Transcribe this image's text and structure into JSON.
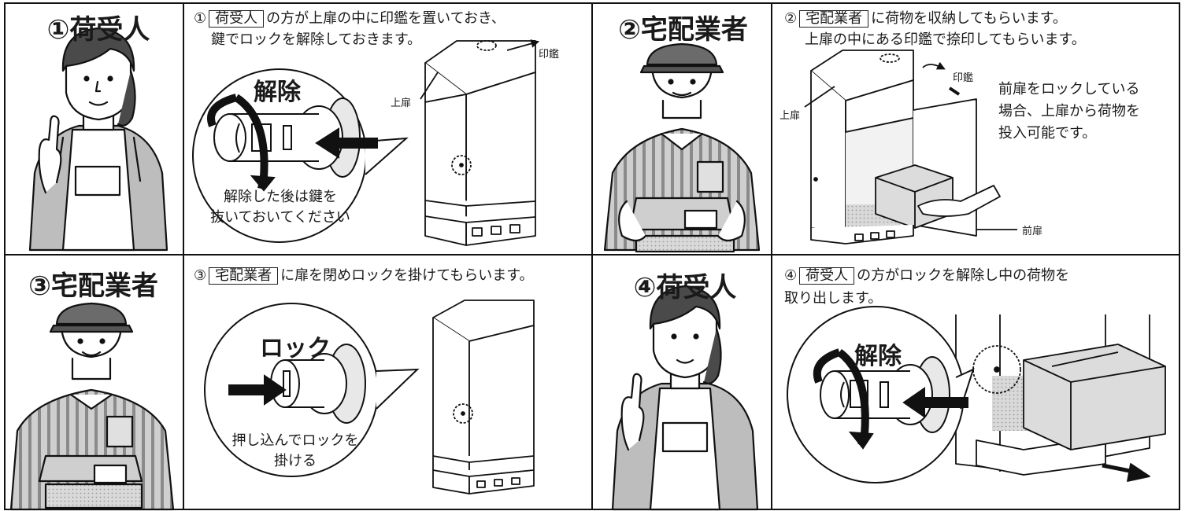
{
  "panels": {
    "p1": {
      "title": "①荷受人",
      "step": "①",
      "role": "荷受人",
      "line1_rest": "の方が上扉の中に印鑑を置いておき、",
      "line2": "鍵でロックを解除しておきます。",
      "circle_title": "解除",
      "circle_note_1": "解除した後は鍵を",
      "circle_note_2": "抜いておいてください",
      "label_top_door": "上扉",
      "label_seal": "印鑑"
    },
    "p2": {
      "title": "②宅配業者",
      "step": "②",
      "role": "宅配業者",
      "line1_rest": "に荷物を収納してもらいます。",
      "line2": "上扉の中にある印鑑で捺印してもらいます。",
      "label_top_door": "上扉",
      "label_seal": "印鑑",
      "label_front_door": "前扉",
      "note_1": "前扉をロックしている",
      "note_2": "場合、上扉から荷物を",
      "note_3": "投入可能です。"
    },
    "p3": {
      "title": "③宅配業者",
      "step": "③",
      "role": "宅配業者",
      "line1_rest": "に扉を閉めロックを掛けてもらいます。",
      "circle_title": "ロック",
      "circle_note_1": "押し込んでロックを",
      "circle_note_2": "掛ける"
    },
    "p4": {
      "title": "④荷受人",
      "step": "④",
      "role": "荷受人",
      "line1_rest": "の方がロックを解除し中の荷物を",
      "line2": "取り出します。",
      "circle_title": "解除"
    }
  }
}
